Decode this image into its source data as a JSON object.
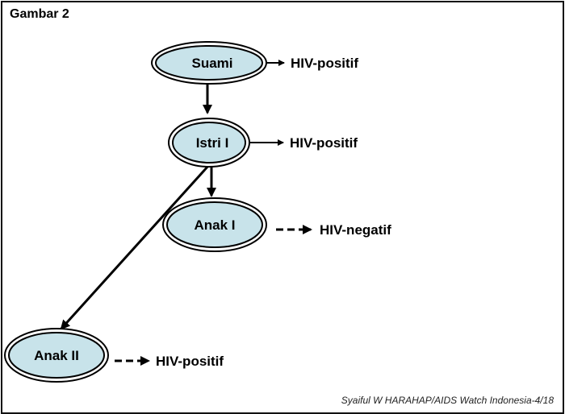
{
  "figure_label": "Gambar 2",
  "nodes": {
    "suami": "Suami",
    "istri_1": "Istri I",
    "anak_1": "Anak I",
    "anak_2": "Anak II"
  },
  "statuses": {
    "suami": "HIV-positif",
    "istri_1": "HIV-positif",
    "anak_1": "HIV-negatif",
    "anak_2": "HIV-positif"
  },
  "credit": "Syaiful W HARAHAP/AIDS Watch Indonesia-4/18",
  "colors": {
    "node_fill": "#c8e3ea",
    "node_stroke": "#000000",
    "line": "#000000"
  }
}
